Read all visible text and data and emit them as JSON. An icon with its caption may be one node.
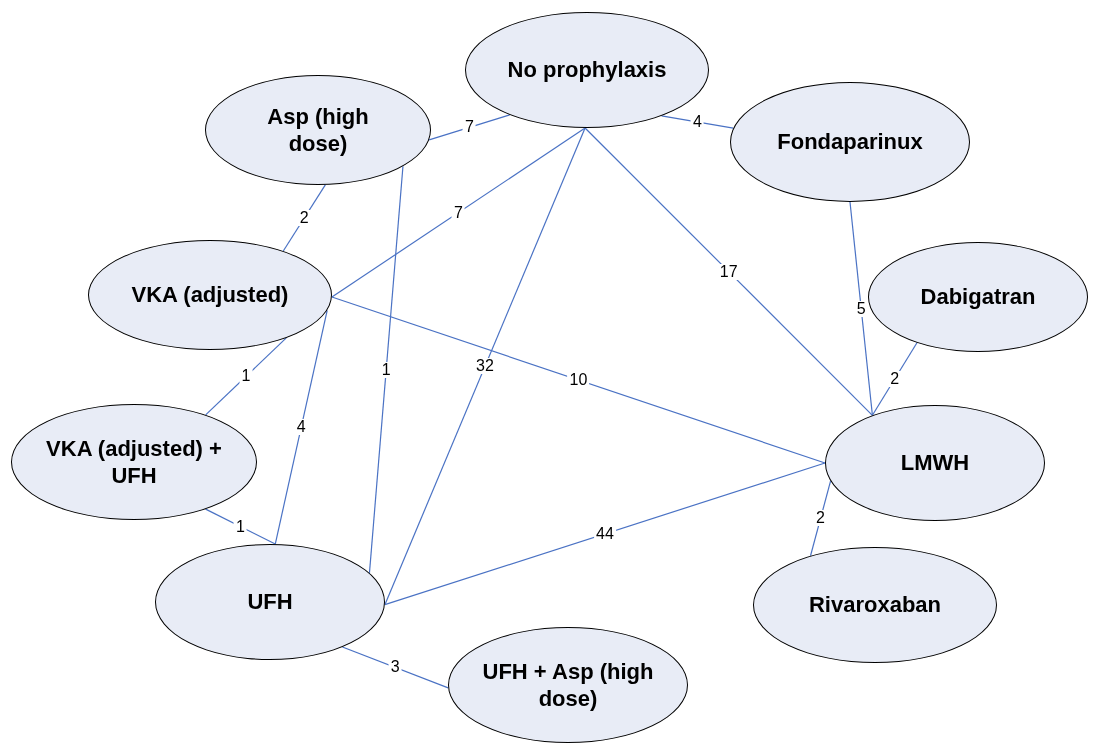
{
  "diagram": {
    "nodes": [
      {
        "text": [
          "No prophylaxis"
        ]
      },
      {
        "text": [
          "Asp (high dose)"
        ]
      },
      {
        "text": [
          "Fondaparinux"
        ]
      },
      {
        "text": [
          "VKA (adjusted)"
        ]
      },
      {
        "text": [
          "Dabigatran"
        ]
      },
      {
        "text": [
          "VKA (adjusted) + UFH"
        ]
      },
      {
        "text": [
          "LMWH"
        ]
      },
      {
        "text": [
          "UFH"
        ]
      },
      {
        "text": [
          "Rivaroxaban"
        ]
      },
      {
        "text": [
          "UFH + Asp (high dose)"
        ]
      }
    ],
    "edges": [
      {
        "from": 1,
        "to": 0,
        "arrow": "none",
        "label": "7"
      },
      {
        "from": 0,
        "to": 2,
        "arrow": "none",
        "label": "4"
      },
      {
        "from": 1,
        "to": 3,
        "arrow": "none",
        "label": "2"
      },
      {
        "from": 0,
        "to": 3,
        "arrow": "none",
        "label": "7"
      },
      {
        "from": 0,
        "to": 6,
        "arrow": "none",
        "label": "17"
      },
      {
        "from": 0,
        "to": 7,
        "arrow": "none",
        "label": "32"
      },
      {
        "from": 2,
        "to": 6,
        "arrow": "none",
        "label": "5"
      },
      {
        "from": 4,
        "to": 6,
        "arrow": "none",
        "label": "2"
      },
      {
        "from": 3,
        "to": 6,
        "arrow": "none",
        "label": "10"
      },
      {
        "from": 3,
        "to": 5,
        "arrow": "none",
        "label": "1"
      },
      {
        "from": 3,
        "to": 7,
        "arrow": "none",
        "label": "4"
      },
      {
        "from": 1,
        "to": 7,
        "arrow": "none",
        "label": "1"
      },
      {
        "from": 5,
        "to": 7,
        "arrow": "none",
        "label": "1"
      },
      {
        "from": 7,
        "to": 6,
        "arrow": "none",
        "label": "44"
      },
      {
        "from": 6,
        "to": 8,
        "arrow": "none",
        "label": "2"
      },
      {
        "from": 7,
        "to": 9,
        "arrow": "none",
        "label": "3"
      }
    ]
  }
}
